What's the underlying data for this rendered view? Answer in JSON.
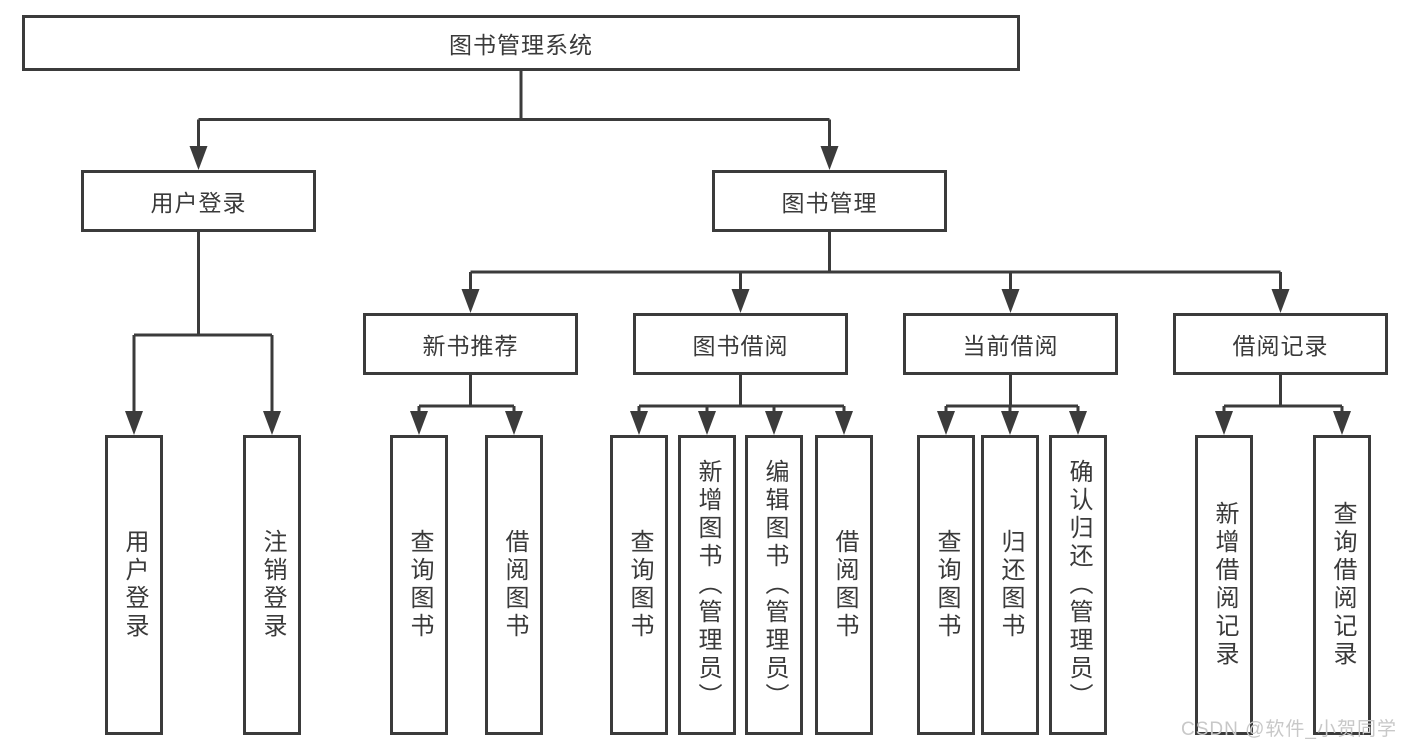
{
  "diagram": {
    "root": {
      "label": "图书管理系统"
    },
    "level2": [
      {
        "id": "user-login",
        "label": "用户登录"
      },
      {
        "id": "book-management",
        "label": "图书管理"
      }
    ],
    "level3": [
      {
        "id": "new-book-recommend",
        "label": "新书推荐"
      },
      {
        "id": "book-borrowing",
        "label": "图书借阅"
      },
      {
        "id": "current-borrowing",
        "label": "当前借阅"
      },
      {
        "id": "borrowing-records",
        "label": "借阅记录"
      }
    ],
    "leaves": [
      {
        "id": "user-login",
        "label": "用户登录"
      },
      {
        "id": "logout",
        "label": "注销登录"
      },
      {
        "id": "query-books-recommend",
        "label": "查询图书"
      },
      {
        "id": "borrow-books-recommend",
        "label": "借阅图书"
      },
      {
        "id": "query-books-borrowing",
        "label": "查询图书"
      },
      {
        "id": "add-book-admin",
        "label": "新增图书（管理员）"
      },
      {
        "id": "edit-book-admin",
        "label": "编辑图书（管理员）"
      },
      {
        "id": "borrow-books-borrowing",
        "label": "借阅图书"
      },
      {
        "id": "query-books-current",
        "label": "查询图书"
      },
      {
        "id": "return-books",
        "label": "归还图书"
      },
      {
        "id": "confirm-return-admin",
        "label": "确认归还（管理员）"
      },
      {
        "id": "add-borrow-record",
        "label": "新增借阅记录"
      },
      {
        "id": "query-borrow-record",
        "label": "查询借阅记录"
      }
    ]
  },
  "watermark": {
    "text": "CSDN @软件_小贺同学"
  },
  "colors": {
    "line": "#3b3b3b",
    "text": "#3a3a3a",
    "watermark": "#c8c8c8",
    "background": "#ffffff"
  }
}
